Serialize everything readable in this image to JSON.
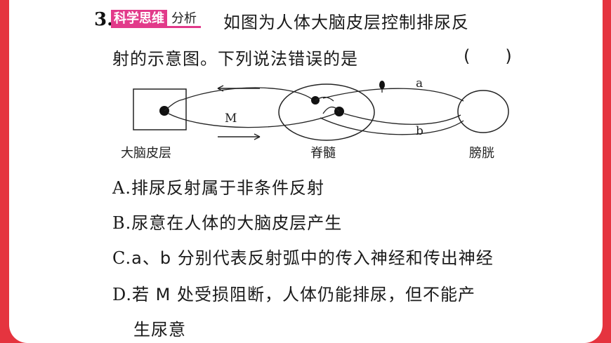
{
  "question": {
    "number": "3.",
    "tag_main": "科学思维",
    "tag_sub": "分析",
    "stem_line1": "如图为人体大脑皮层控制排尿反",
    "stem_line2": "射的示意图。下列说法错误的是",
    "paren_left": "(",
    "paren_right": ")"
  },
  "diagram": {
    "label_brain": "大脑皮层",
    "label_spinal": "脊髓",
    "label_bladder": "膀胱",
    "label_a": "a",
    "label_b": "b",
    "label_m": "M"
  },
  "options": [
    {
      "letter": "A.",
      "text": "排尿反射属于非条件反射"
    },
    {
      "letter": "B.",
      "text": "尿意在人体的大脑皮层产生"
    },
    {
      "letter": "C.",
      "text": "a、b 分别代表反射弧中的传入神经和传出神经"
    },
    {
      "letter": "D.",
      "text": "若 M 处受损阻断，人体仍能排尿，但不能产"
    }
  ],
  "option_d_cont": "生尿意"
}
